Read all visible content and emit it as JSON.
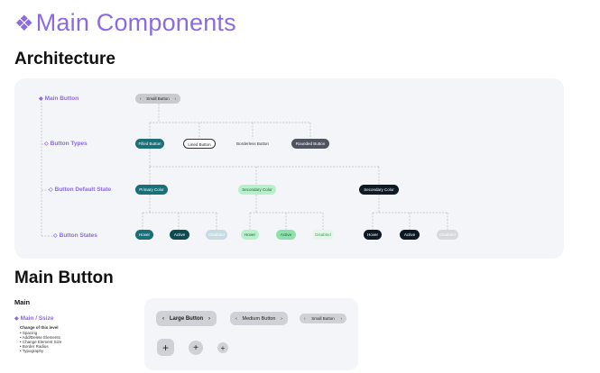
{
  "title": {
    "glyph": "❖",
    "text": "Main Components"
  },
  "architecture": {
    "heading": "Architecture",
    "rows": [
      {
        "label": "Main Button"
      },
      {
        "label": "Button Types"
      },
      {
        "label": "Button Default State"
      },
      {
        "label": "Button States"
      }
    ],
    "main_button": {
      "label": "Small Button",
      "left": "‹",
      "right": "›"
    },
    "types": [
      "Filled Button",
      "Lined Button",
      "Borderless Button",
      "Rounded Button"
    ],
    "defaults": [
      "Primary Color",
      "Secondary Color",
      "Secondary Color"
    ],
    "states": [
      [
        "Hover",
        "Active",
        "Disabled"
      ],
      [
        "Hover",
        "Active",
        "Disabled"
      ],
      [
        "Hover",
        "Active",
        "Disabled"
      ]
    ],
    "colors": {
      "primary": "#1b6f78",
      "primary_dark": "#0f4a52",
      "primary_disabled": "#c5dde2",
      "secondary": "#b7f1cb",
      "secondary_mid": "#8fe0ad",
      "secondary_disabled": "#e3f7ea",
      "dark": "#0d1a24",
      "dark_disabled": "#d5d8dc",
      "rounded": "#4e5561",
      "small_button": "#c8cace"
    }
  },
  "main_button": {
    "heading": "Main Button",
    "sub": "Main",
    "group_label": "Main / Ssize",
    "change_title": "Change of this level",
    "changes": [
      "Spacing",
      "Add/Delete Elements",
      "Change Element Size",
      "Border Radius",
      "Typography"
    ],
    "buttons": [
      {
        "label": "Large Button",
        "left": "‹",
        "right": "›"
      },
      {
        "label": "Medium Button",
        "left": "‹",
        "right": "›"
      },
      {
        "label": "Small Button",
        "left": "‹",
        "right": "›"
      }
    ],
    "icon_buttons": [
      "+",
      "+",
      "+"
    ]
  }
}
